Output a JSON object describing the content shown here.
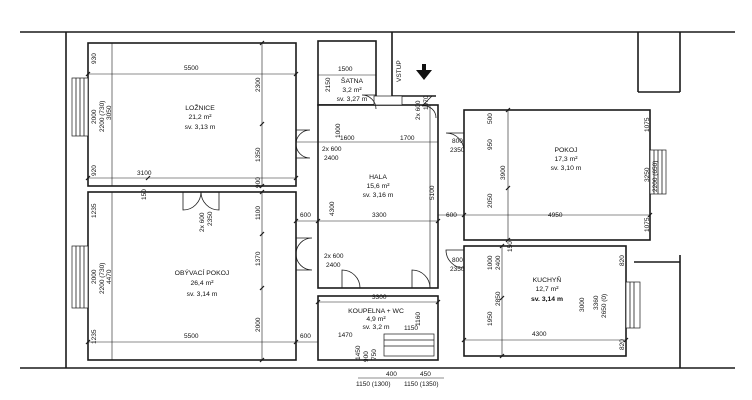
{
  "rooms": {
    "loznice": {
      "name": "LOŽNICE",
      "area": "21,2 m²",
      "height": "sv. 3,13 m"
    },
    "satna": {
      "name": "ŠATNA",
      "area": "3,2 m²",
      "height": "sv. 3,27 m"
    },
    "hala": {
      "name": "HALA",
      "area": "15,6 m²",
      "height": "sv. 3,16 m"
    },
    "pokoj": {
      "name": "POKOJ",
      "area": "17,3 m²",
      "height": "sv. 3,10 m"
    },
    "obyvaci": {
      "name": "OBÝVACÍ POKOJ",
      "area": "26,4 m²",
      "height": "sv. 3,14 m"
    },
    "koupelna": {
      "name": "KOUPELNA + WC",
      "area": "4,9 m²",
      "height": "sv. 3,2 m"
    },
    "kuchyn": {
      "name": "KUCHYŇ",
      "area": "12,7 m²",
      "height": "sv. 3,14 m"
    }
  },
  "entrance": {
    "label": "VSTUP"
  },
  "dimensions": {
    "d5500a": "5500",
    "d1500": "1500",
    "d930": "930",
    "d2000a": "2000",
    "d2200_730": "2200 (730)",
    "d3050": "3050",
    "d920": "920",
    "d3100": "3100",
    "d150a": "150",
    "d2300": "2300",
    "d1350": "1350",
    "d900a": "900",
    "d2150": "2150",
    "d1000a": "1000",
    "d2x600a": "2x 600",
    "d1970": "1970",
    "d1600": "1600",
    "d1700": "1700",
    "d2x600b": "2x 600",
    "d2400a": "2400",
    "d800a": "800",
    "d2350a": "2350",
    "d500": "500",
    "d950": "950",
    "d3900": "3900",
    "d2050": "2050",
    "d1075a": "1075",
    "d3250": "3250",
    "d2200_650": "2200 (650)",
    "d1075b": "1075",
    "d600a": "600",
    "d3300a": "3300",
    "d600b": "600",
    "d4950": "4950",
    "d4300a": "4300",
    "d5100": "5100",
    "d1235a": "1235",
    "d2000b": "2000",
    "d2200_730b": "2200 (730)",
    "d4470": "4470",
    "d1235b": "1235",
    "d2x600c": "2x 600",
    "d2350b": "2350",
    "d1100": "1100",
    "d1370": "1370",
    "d2000c": "2000",
    "d2x600d": "2x 600",
    "d2400b": "2400",
    "d800b": "800",
    "d2350c": "2350",
    "d3300b": "3300",
    "d1160": "1160",
    "d150b": "150",
    "d1000b": "1000",
    "d2400c": "2400",
    "d820a": "820",
    "d3000": "3000",
    "d3360": "3360",
    "d2650_0": "2650 (0)",
    "d1950": "1950",
    "d2850": "2850",
    "d820b": "820",
    "d4300b": "4300",
    "d5500b": "5500",
    "d600c": "600",
    "d1470": "1470",
    "d1150": "1150",
    "d1450": "1450",
    "d900b": "900",
    "d750": "750",
    "d400": "400",
    "d450": "450",
    "d1150_1300": "1150 (1300)",
    "d1150_1350": "1150 (1350)"
  }
}
